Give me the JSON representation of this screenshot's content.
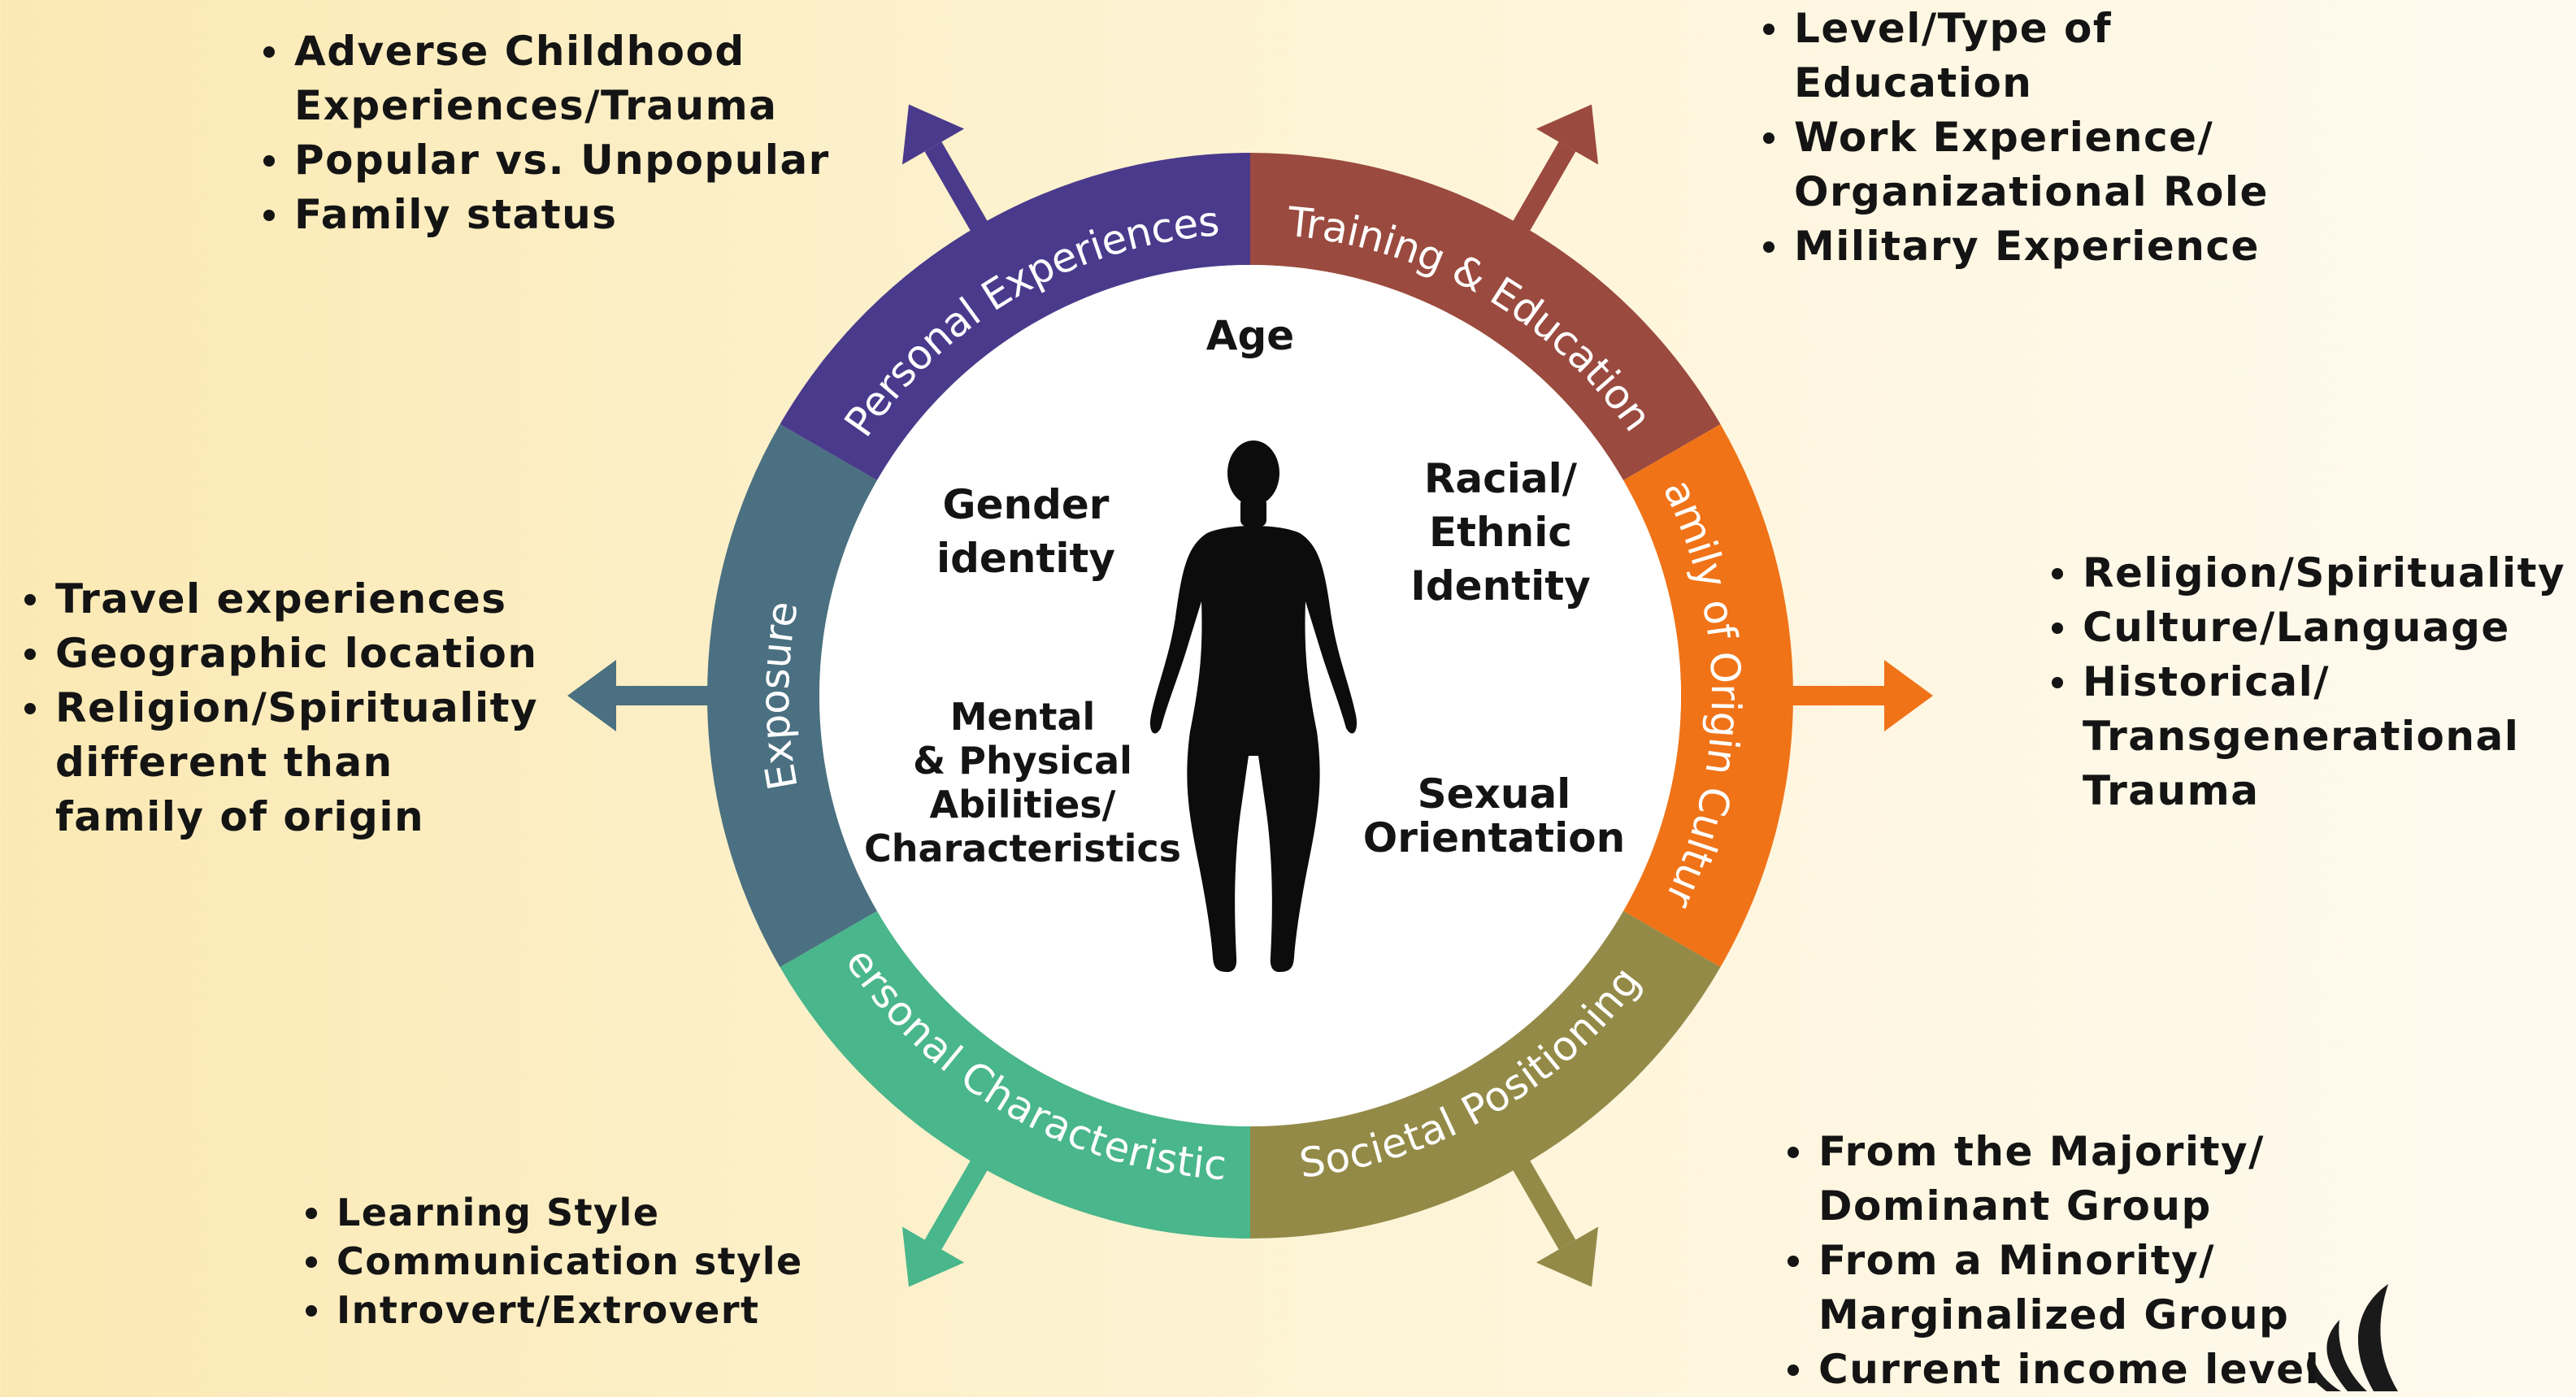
{
  "segments": [
    {
      "label": "Personal Experiences",
      "color": "#4a3a8c"
    },
    {
      "label": "Training & Education",
      "color": "#9a4a3e"
    },
    {
      "label": "Family of Origin Culture",
      "color": "#f07318"
    },
    {
      "label": "Societal Positioning",
      "color": "#938a47"
    },
    {
      "label": "Personal Characteristics",
      "color": "#49b68b"
    },
    {
      "label": "Exposure",
      "color": "#4a7081"
    }
  ],
  "core": {
    "age": "Age",
    "gender": "Gender\nidentity",
    "racial": "Racial/\nEthnic\nIdentity",
    "mental": "Mental\n& Physical\nAbilities/\nCharacteristics",
    "sexual": "Sexual\nOrientation"
  },
  "lists": {
    "personal_experiences": [
      "Adverse Childhood\nExperiences/Trauma",
      "Popular vs. Unpopular",
      "Family status"
    ],
    "training_education": [
      "Level/Type of\nEducation",
      "Work Experience/\nOrganizational Role",
      "Military Experience"
    ],
    "family_origin": [
      "Religion/Spirituality",
      "Culture/Language",
      "Historical/\nTransgenerational\nTrauma"
    ],
    "societal_positioning": [
      "From the Majority/\nDominant Group",
      "From a Minority/\nMarginalized Group",
      "Current income level"
    ],
    "personal_characteristics": [
      "Learning Style",
      "Communication style",
      "Introvert/Extrovert"
    ],
    "exposure": [
      "Travel experiences",
      "Geographic location",
      "Religion/Spirituality\ndifferent than\nfamily of origin"
    ]
  }
}
